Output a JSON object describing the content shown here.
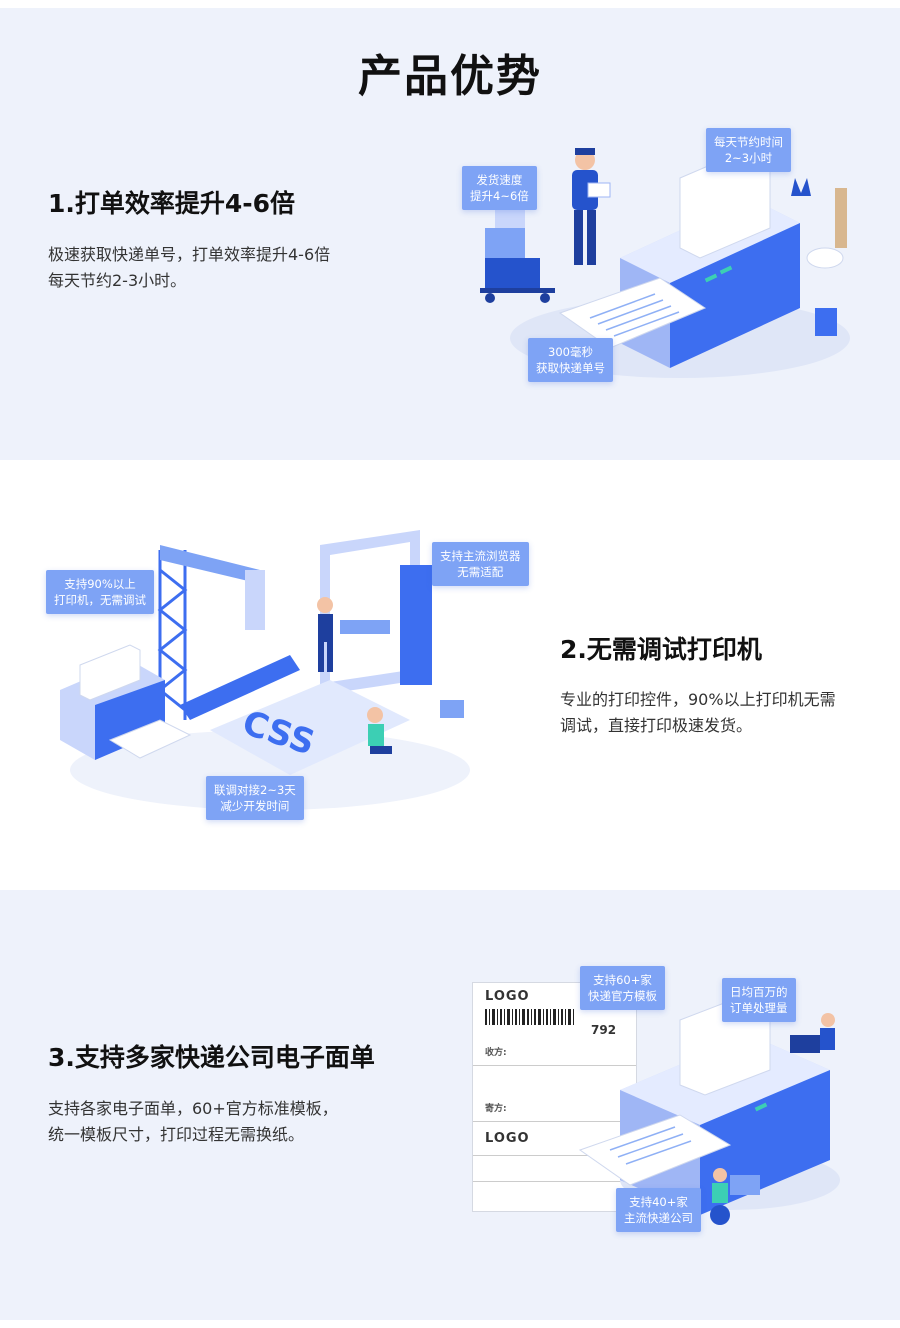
{
  "title": "产品优势",
  "features": [
    {
      "title": "1.打单效率提升4-6倍",
      "desc": [
        "极速获取快递单号，打单效率提升4-6倍",
        "每天节约2-3小时。"
      ],
      "callouts": [
        [
          "发货速度",
          "提升4~6倍"
        ],
        [
          "每天节约时间",
          "2~3小时"
        ],
        [
          "300毫秒",
          "获取快递单号"
        ]
      ]
    },
    {
      "title": "2.无需调试打印机",
      "desc": [
        "专业的打印控件，90%以上打印机无需",
        "调试，直接打印极速发货。"
      ],
      "callouts": [
        [
          "支持90%以上",
          "打印机，无需调试"
        ],
        [
          "支持主流浏览器",
          "无需适配"
        ],
        [
          "联调对接2~3天",
          "减少开发时间"
        ]
      ],
      "illustration_text": "CSS"
    },
    {
      "title": "3.支持多家快递公司电子面单",
      "desc": [
        "支持各家电子面单，60+官方标准模板，",
        "统一模板尺寸，打印过程无需换纸。"
      ],
      "callouts": [
        [
          "支持60+家",
          "快递官方模板"
        ],
        [
          "日均百万的",
          "订单处理量"
        ],
        [
          "支持40+家",
          "主流快递公司"
        ]
      ],
      "label": {
        "logo": "LOGO",
        "number": "792",
        "recv": "收方:",
        "send": "寄方:",
        "logo2": "LOGO"
      }
    }
  ],
  "colors": {
    "accent": "#3d6ef0",
    "callout": "#7ea3f5",
    "bg": "#eef2fb"
  }
}
